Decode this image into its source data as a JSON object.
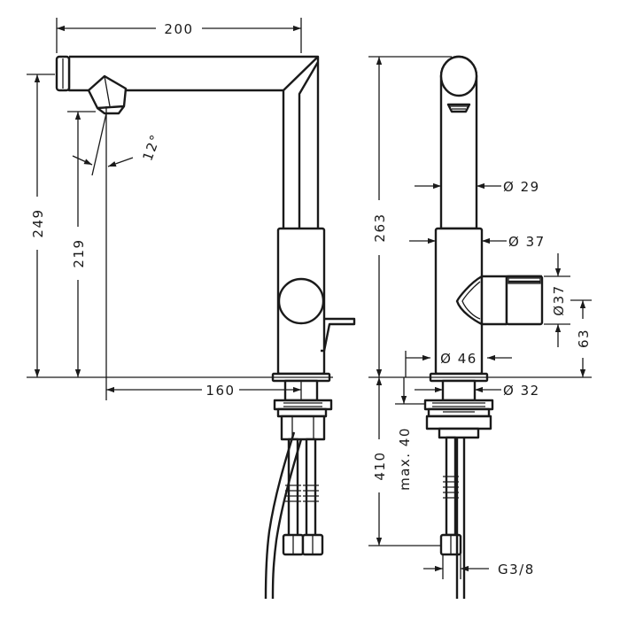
{
  "dimensions": {
    "front": {
      "spout_reach": "200",
      "total_height": "249",
      "aerator_height": "219",
      "spray_angle": "12°",
      "spout_projection": "160"
    },
    "side": {
      "total_height": "263",
      "spout_diameter": "Ø 29",
      "body_diameter": "Ø 37",
      "handle_diameter": "Ø37",
      "handle_height": "63",
      "base_diameter": "Ø 46",
      "shank_diameter": "Ø 32",
      "shank_length": "410",
      "max_counter_thickness": "max. 40",
      "connection_thread": "G3/8"
    }
  }
}
